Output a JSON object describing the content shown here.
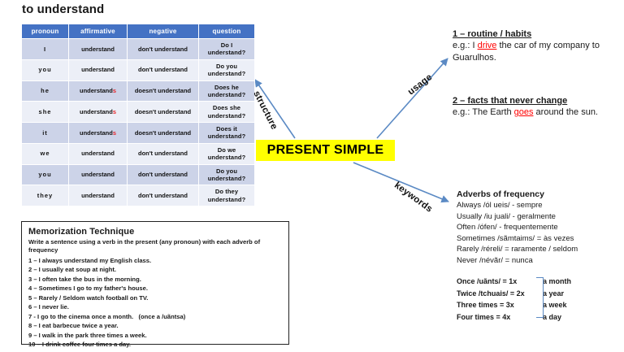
{
  "title": "to understand",
  "colors": {
    "table_header_bg": "#4472c4",
    "row_shade_a": "#ccd3e8",
    "row_shade_b": "#eceff7",
    "highlight_bg": "#ffff00",
    "accent_red": "#ff0000",
    "arrow_blue": "#5b8ac4"
  },
  "table": {
    "headers": [
      "pronoun",
      "affirmative",
      "negative",
      "question"
    ],
    "rows": [
      {
        "pronoun": "I",
        "affirmative": "understand",
        "affirmative_s": "",
        "negative": "don't understand",
        "question": "Do I\nunderstand?"
      },
      {
        "pronoun": "you",
        "affirmative": "understand",
        "affirmative_s": "",
        "negative": "don't understand",
        "question": "Do you\nunderstand?"
      },
      {
        "pronoun": "he",
        "affirmative": "understand",
        "affirmative_s": "s",
        "negative": "doesn't understand",
        "question": "Does he\nunderstand?"
      },
      {
        "pronoun": "she",
        "affirmative": "understand",
        "affirmative_s": "s",
        "negative": "doesn't understand",
        "question": "Does she\nunderstand?"
      },
      {
        "pronoun": "it",
        "affirmative": "understand",
        "affirmative_s": "s",
        "negative": "doesn't understand",
        "question": "Does it\nunderstand?"
      },
      {
        "pronoun": "we",
        "affirmative": "understand",
        "affirmative_s": "",
        "negative": "don't understand",
        "question": "Do we\nunderstand?"
      },
      {
        "pronoun": "you",
        "affirmative": "understand",
        "affirmative_s": "",
        "negative": "don't understand",
        "question": "Do you\nunderstand?"
      },
      {
        "pronoun": "they",
        "affirmative": "understand",
        "affirmative_s": "",
        "negative": "don't understand",
        "question": "Do they\nunderstand?"
      }
    ]
  },
  "center": {
    "label": "PRESENT SIMPLE"
  },
  "arrows": {
    "structure": "structure",
    "usage": "usage",
    "keywords": "keywords"
  },
  "usage": {
    "item1": {
      "heading": "1 – routine / habits",
      "before": "e.g.: I ",
      "highlight": "drive",
      "after": " the car of my company to Guarulhos."
    },
    "item2": {
      "heading": "2 – facts that never change",
      "before": "e.g.: The Earth ",
      "highlight": "goes",
      "after": " around the sun."
    }
  },
  "adverbs": {
    "heading": "Adverbs of frequency",
    "lines": [
      "Always /ól ueis/ - sempre",
      "Usually /iu juali/ - geralmente",
      "Often /ófen/ - frequentemente",
      "Sometimes /sãmtaims/ = às vezes",
      "Rarely /réreli/ = raramente / seldom",
      "Never /névãr/ = nunca"
    ]
  },
  "frequency": {
    "rows": [
      {
        "left": "Once /uãnts/ = 1x",
        "right": "a month"
      },
      {
        "left": "Twice /tchuais/ = 2x",
        "right": "a year"
      },
      {
        "left": "Three times = 3x",
        "right": "a week"
      },
      {
        "left": "Four times = 4x",
        "right": "a day"
      }
    ]
  },
  "memorization": {
    "title": "Memorization Technique",
    "intro": "Write a sentence using a verb in the present (any pronoun) with each adverb of frequency",
    "lines": [
      "1 – I always understand my English class.",
      "2 – I usually eat soup at night.",
      "3 – I often take the bus in the morning.",
      "4 – Sometimes I go to my father's house.",
      "5 – Rarely / Seldom watch football on TV.",
      "6 – I never lie.",
      "7 - I go to the cinema once a month.   (once a /uãntsa)",
      "8 – I eat barbecue twice a year.",
      "9 – I walk in the park three times a week.",
      "10 – I drink coffee four times a day."
    ]
  }
}
